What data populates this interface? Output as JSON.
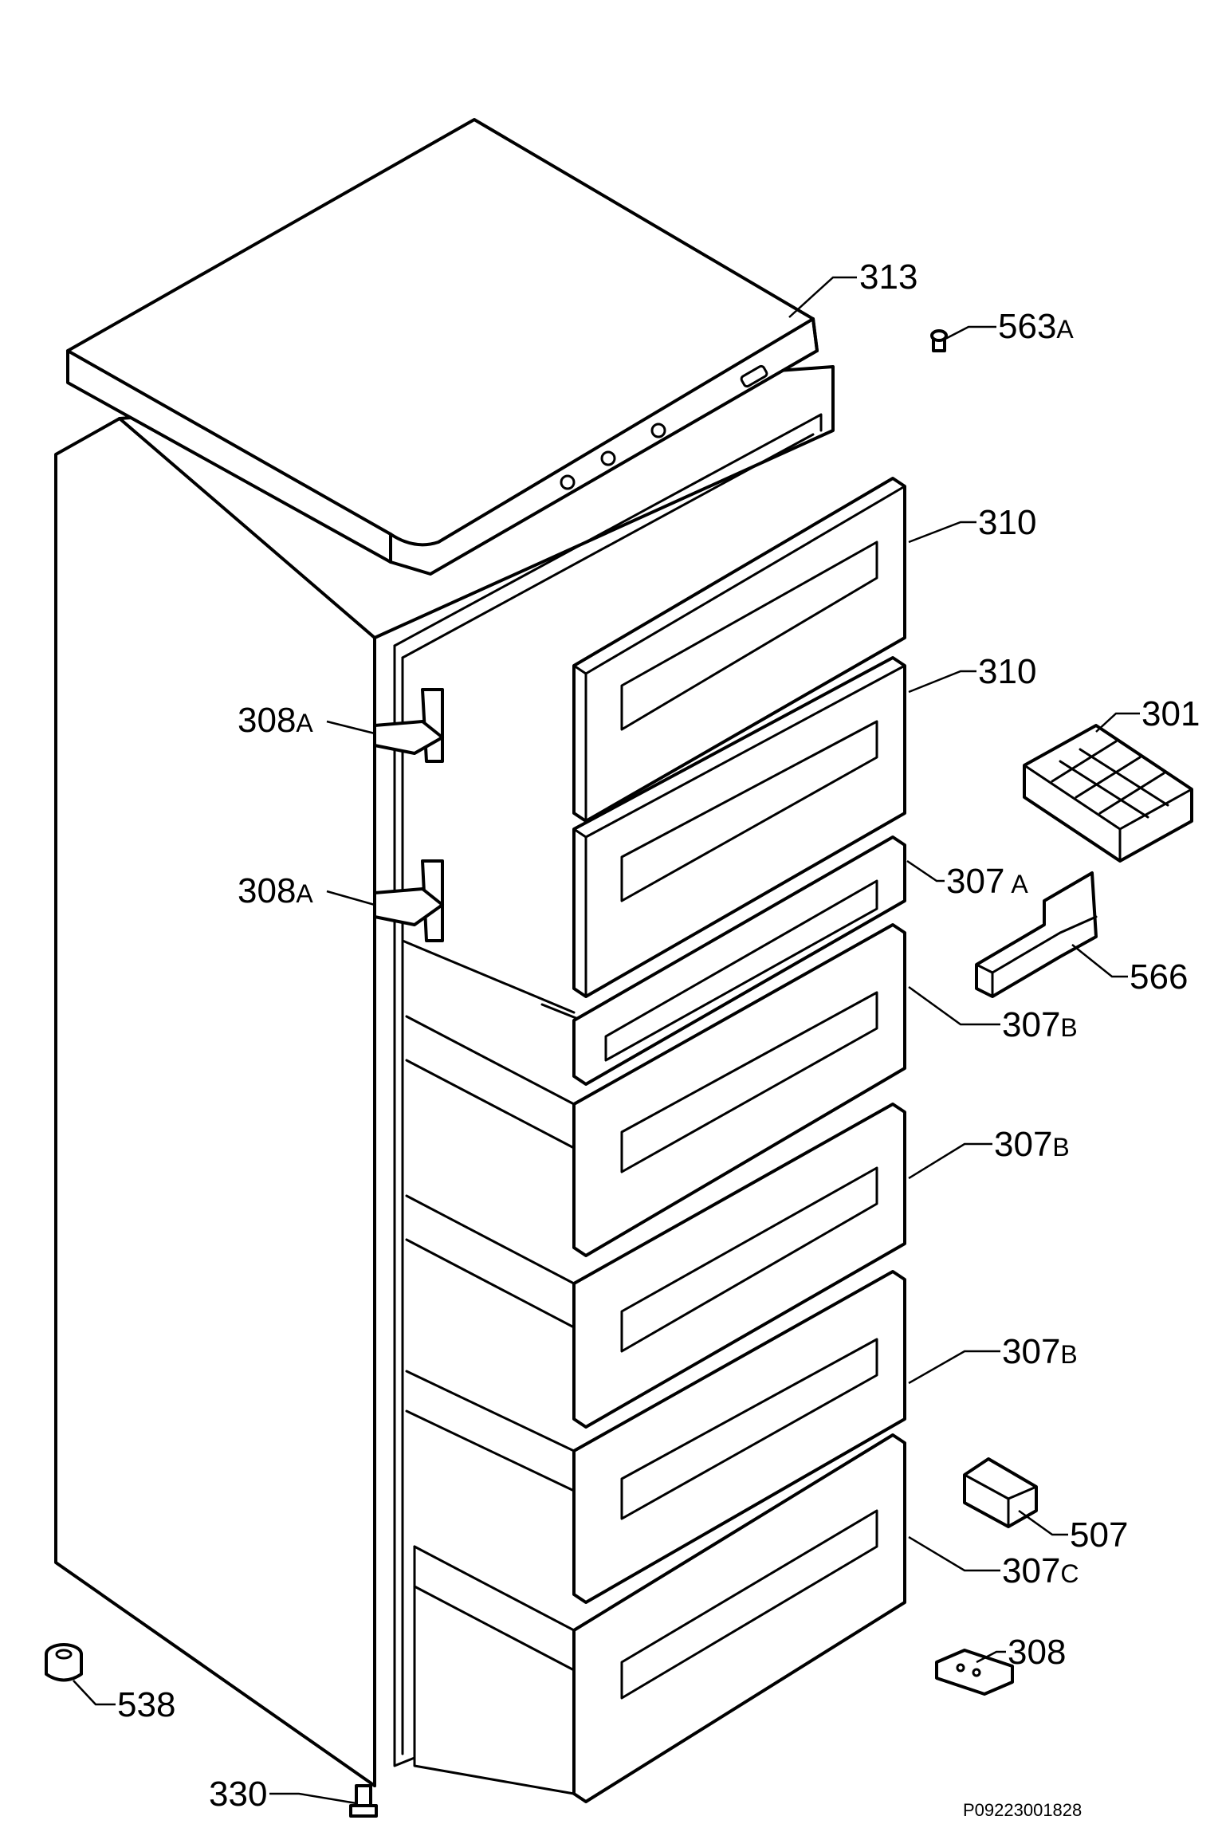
{
  "diagram": {
    "drawing_code": "P09223001828",
    "parts": [
      {
        "id": "p313",
        "number": "313",
        "suffix": ""
      },
      {
        "id": "p563a",
        "number": "563",
        "suffix": "A"
      },
      {
        "id": "p310a",
        "number": "310",
        "suffix": ""
      },
      {
        "id": "p310b",
        "number": "310",
        "suffix": ""
      },
      {
        "id": "p301",
        "number": "301",
        "suffix": ""
      },
      {
        "id": "p308a1",
        "number": "308",
        "suffix": "A"
      },
      {
        "id": "p308a2",
        "number": "308",
        "suffix": "A"
      },
      {
        "id": "p307a",
        "number": "307",
        "suffix": "A"
      },
      {
        "id": "p566",
        "number": "566",
        "suffix": ""
      },
      {
        "id": "p307b1",
        "number": "307",
        "suffix": "B"
      },
      {
        "id": "p307b2",
        "number": "307",
        "suffix": "B"
      },
      {
        "id": "p307b3",
        "number": "307",
        "suffix": "B"
      },
      {
        "id": "p507",
        "number": "507",
        "suffix": ""
      },
      {
        "id": "p307c",
        "number": "307",
        "suffix": "C"
      },
      {
        "id": "p308",
        "number": "308",
        "suffix": ""
      },
      {
        "id": "p538",
        "number": "538",
        "suffix": ""
      },
      {
        "id": "p330",
        "number": "330",
        "suffix": ""
      }
    ]
  }
}
